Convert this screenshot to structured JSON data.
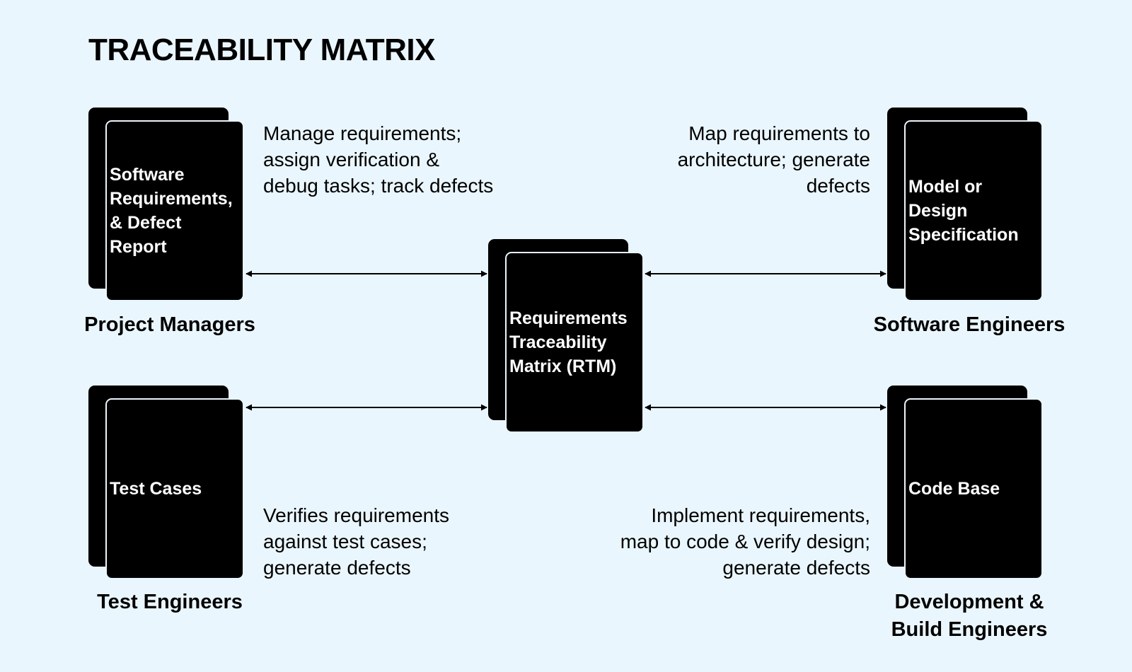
{
  "title": "TRACEABILITY MATRIX",
  "center": {
    "label": "Requirements\nTraceability\nMatrix (RTM)"
  },
  "nodes": {
    "project_managers": {
      "doc_label": "Software\nRequirements,\n& Defect\nReport",
      "description": "Manage requirements;\nassign verification &\ndebug tasks; track defects",
      "role": "Project Managers"
    },
    "software_engineers": {
      "doc_label": "Model or\nDesign\nSpecification",
      "description": "Map requirements to\narchitecture; generate\ndefects",
      "role": "Software Engineers"
    },
    "test_engineers": {
      "doc_label": "Test Cases",
      "description": "Verifies requirements\nagainst test cases;\ngenerate defects",
      "role": "Test Engineers"
    },
    "dev_build_engineers": {
      "doc_label": "Code Base",
      "description": "Implement requirements,\nmap to code & verify design;\ngenerate defects",
      "role": "Development &\nBuild Engineers"
    }
  },
  "colors": {
    "background": "#eaf6fd",
    "document": "#000000",
    "text_on_document": "#ffffff",
    "arrow": "#000000"
  }
}
